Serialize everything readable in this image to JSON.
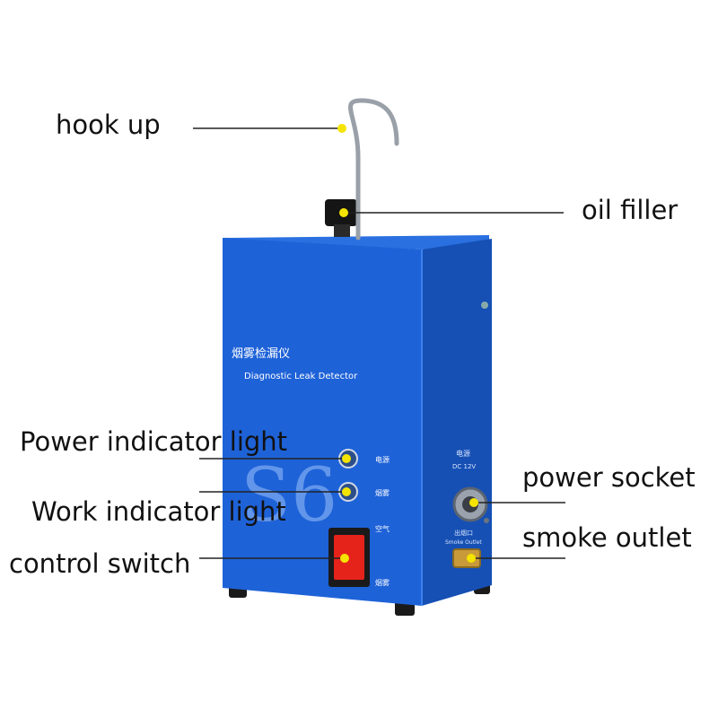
{
  "labels": {
    "hook_up": "hook up",
    "oil_filler": "oil filler",
    "power_indicator_light": "Power indicator light",
    "work_indicator_light": "Work indicator light",
    "control_switch": "control switch",
    "power_socket": "power socket",
    "smoke_outlet": "smoke outlet"
  },
  "device": {
    "title_cn": "烟雾检漏仪",
    "title_en": "Diagnostic Leak Detector",
    "model": "S6",
    "power_label_cn": "电源",
    "smoke_label_cn": "烟雾",
    "air_label_cn": "空气",
    "smoke2_label_cn": "烟雾",
    "socket_label_cn": "电源",
    "socket_label_en": "DC 12V",
    "outlet_label_cn": "出烟口",
    "outlet_label_en": "Smoke Outlet"
  },
  "colors": {
    "body_front": "#1e62d8",
    "body_side": "#1650b4",
    "body_top": "#2a70e0",
    "switch_red": "#e5231b",
    "marker_yellow": "#f5e400",
    "leader_line": "#222222"
  }
}
